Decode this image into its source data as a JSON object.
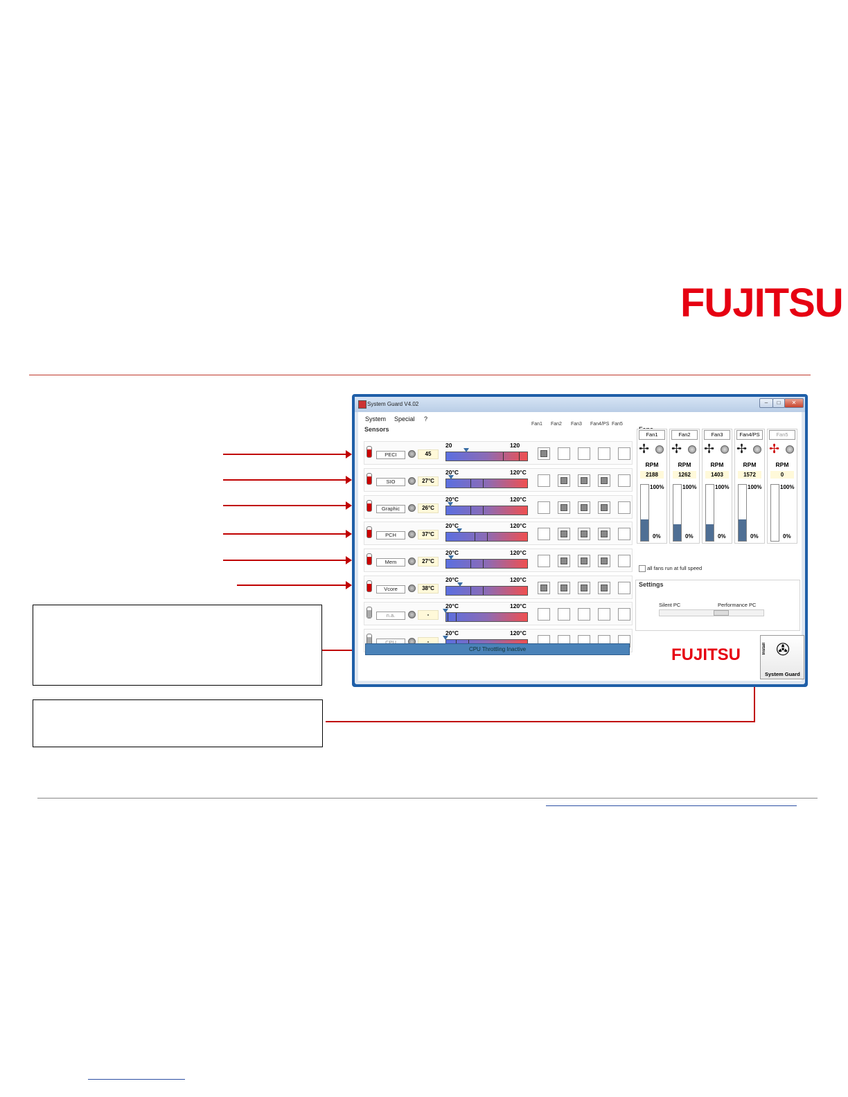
{
  "logo": {
    "text": "FUJITSU"
  },
  "window": {
    "title": "System Guard  V4.02",
    "menu": [
      "System",
      "Special",
      "?"
    ],
    "sensors_label": "Sensors",
    "fans_label": "Fans",
    "settings_label": "Settings",
    "fan_headers": [
      "Fan1",
      "Fan2",
      "Fan3",
      "Fan4/PS",
      "Fan5"
    ],
    "sensors": [
      {
        "name": "PECI",
        "value": "45",
        "min": "20",
        "max": "120",
        "marker": 46,
        "ticks": [
          90,
          110
        ],
        "checks": [
          true,
          false,
          false,
          false,
          false
        ],
        "enabled": true
      },
      {
        "name": "SIO",
        "value": "27°C",
        "min": "20°C",
        "max": "120°C",
        "marker": 27,
        "ticks": [
          50,
          65
        ],
        "checks": [
          false,
          true,
          true,
          true,
          false
        ],
        "enabled": true
      },
      {
        "name": "Graphic",
        "value": "26°C",
        "min": "20°C",
        "max": "120°C",
        "marker": 26,
        "ticks": [
          50,
          65
        ],
        "checks": [
          false,
          true,
          true,
          true,
          false
        ],
        "enabled": true
      },
      {
        "name": "PCH",
        "value": "37°C",
        "min": "20°C",
        "max": "120°C",
        "marker": 37,
        "ticks": [
          55,
          70
        ],
        "checks": [
          false,
          true,
          true,
          true,
          false
        ],
        "enabled": true
      },
      {
        "name": "Mem",
        "value": "27°C",
        "min": "20°C",
        "max": "120°C",
        "marker": 27,
        "ticks": [
          50,
          65
        ],
        "checks": [
          false,
          true,
          true,
          true,
          false
        ],
        "enabled": true
      },
      {
        "name": "Vcore",
        "value": "38°C",
        "min": "20°C",
        "max": "120°C",
        "marker": 38,
        "ticks": [
          50,
          65
        ],
        "checks": [
          true,
          true,
          true,
          true,
          false
        ],
        "enabled": true
      },
      {
        "name": "n.a.",
        "value": "-",
        "min": "20°C",
        "max": "120°C",
        "marker": 20,
        "ticks": [
          22,
          32
        ],
        "checks": [
          false,
          false,
          false,
          false,
          false
        ],
        "enabled": false
      },
      {
        "name": "CPU",
        "value": "-",
        "min": "20°C",
        "max": "120°C",
        "marker": 20,
        "ticks": [
          32,
          47
        ],
        "checks": [
          false,
          false,
          false,
          false,
          false
        ],
        "enabled": false
      }
    ],
    "status": "CPU Throttling Inactive",
    "fans": [
      {
        "name": "Fan1",
        "rpm_label": "RPM",
        "rpm": "2188",
        "level": 0.38,
        "failed": false,
        "enabled": true
      },
      {
        "name": "Fan2",
        "rpm_label": "RPM",
        "rpm": "1262",
        "level": 0.3,
        "failed": false,
        "enabled": true
      },
      {
        "name": "Fan3",
        "rpm_label": "RPM",
        "rpm": "1403",
        "level": 0.3,
        "failed": false,
        "enabled": true
      },
      {
        "name": "Fan4/PS",
        "rpm_label": "RPM",
        "rpm": "1572",
        "level": 0.38,
        "failed": false,
        "enabled": true
      },
      {
        "name": "Fan5",
        "rpm_label": "RPM",
        "rpm": "0",
        "level": 0,
        "failed": true,
        "enabled": false
      }
    ],
    "pct_max": "100%",
    "pct_min": "0%",
    "full_speed_label": "all fans run at full speed",
    "slider_left": "Silent PC",
    "slider_right": "Performance PC",
    "brand": "FUJITSU",
    "badge_label": "System Guard",
    "badge_vertical": "Install"
  }
}
